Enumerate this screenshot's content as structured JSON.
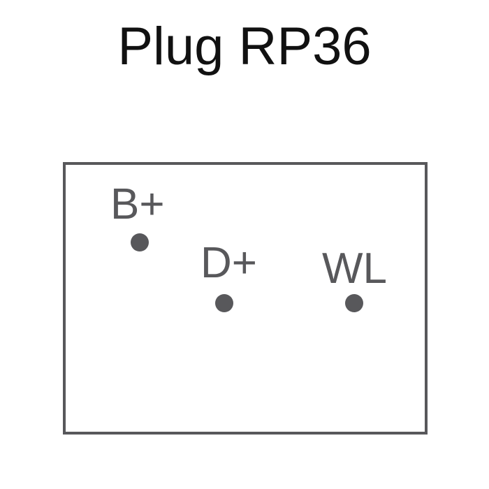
{
  "title": "Plug RP36",
  "colors": {
    "title_text": "#111111",
    "diagram_stroke": "#58585b",
    "background": "#ffffff"
  },
  "pins": [
    {
      "label": "B+"
    },
    {
      "label": "D+"
    },
    {
      "label": "WL"
    }
  ]
}
